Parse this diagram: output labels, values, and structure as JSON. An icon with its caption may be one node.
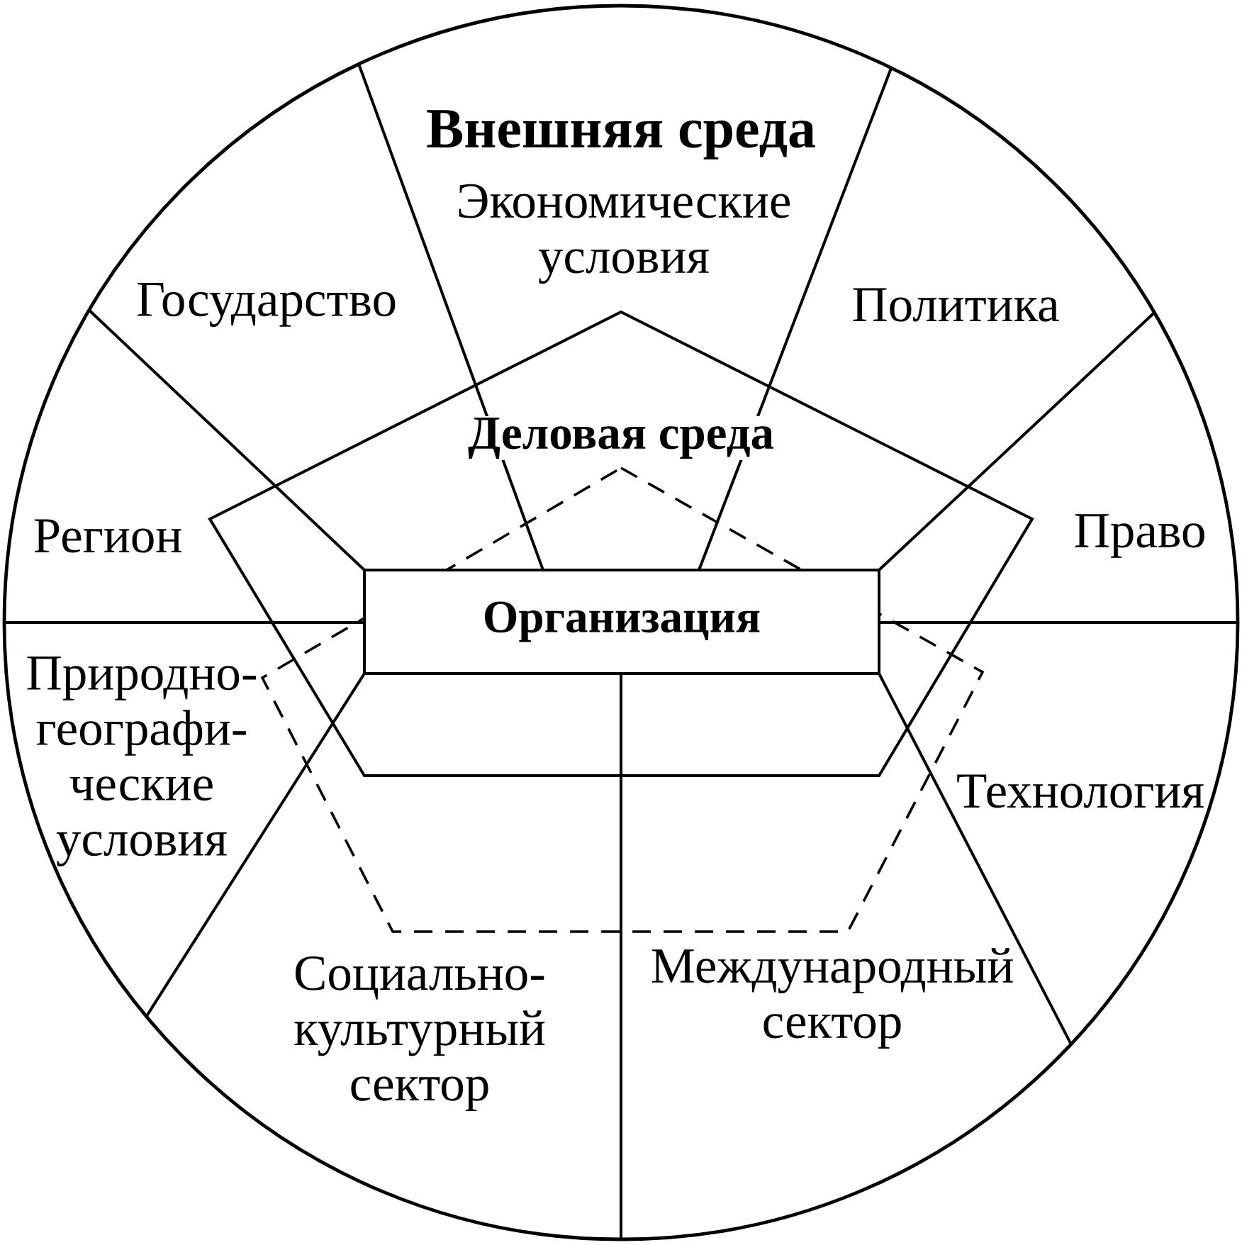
{
  "diagram": {
    "nodes": [
      {
        "text": [
          "Внешняя среда"
        ]
      },
      {
        "text": [
          "Деловая среда"
        ],
        "in": 0
      },
      {
        "text": [],
        "shape": "pentagon",
        "in": 0
      },
      {
        "text": [
          "Организация"
        ]
      }
    ],
    "labels": [
      "Экономические условия",
      "Государство",
      "Политика",
      "Регион",
      "Право",
      "Природно- географи- ческие условия",
      "Технология",
      "Социально- культурный сектор",
      "Международный сектор"
    ]
  }
}
